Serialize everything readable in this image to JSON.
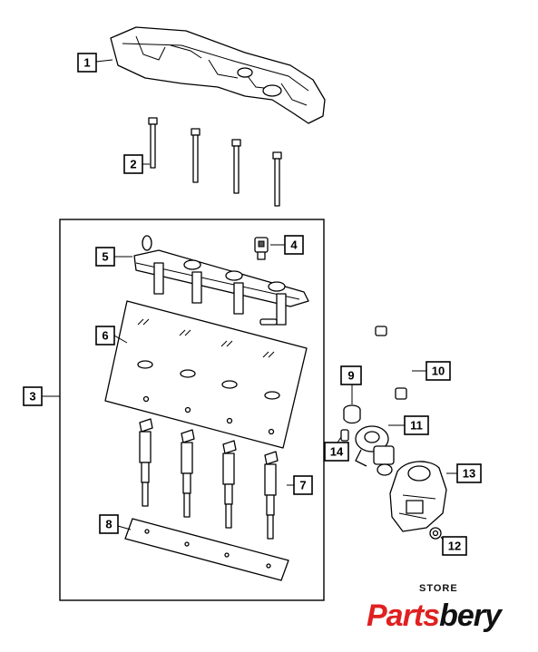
{
  "callouts": [
    {
      "id": "1",
      "label": "1"
    },
    {
      "id": "2",
      "label": "2"
    },
    {
      "id": "3",
      "label": "3"
    },
    {
      "id": "4",
      "label": "4"
    },
    {
      "id": "5",
      "label": "5"
    },
    {
      "id": "6",
      "label": "6"
    },
    {
      "id": "7",
      "label": "7"
    },
    {
      "id": "8",
      "label": "8"
    },
    {
      "id": "9",
      "label": "9"
    },
    {
      "id": "10",
      "label": "10"
    },
    {
      "id": "11",
      "label": "11"
    },
    {
      "id": "12",
      "label": "12"
    },
    {
      "id": "13",
      "label": "13"
    },
    {
      "id": "14",
      "label": "14"
    }
  ],
  "watermark": {
    "store_text": "STORE",
    "brand_part1": "Parts",
    "brand_part2": "bery",
    "brand_color_1": "#e02020",
    "brand_color_2": "#111111"
  }
}
